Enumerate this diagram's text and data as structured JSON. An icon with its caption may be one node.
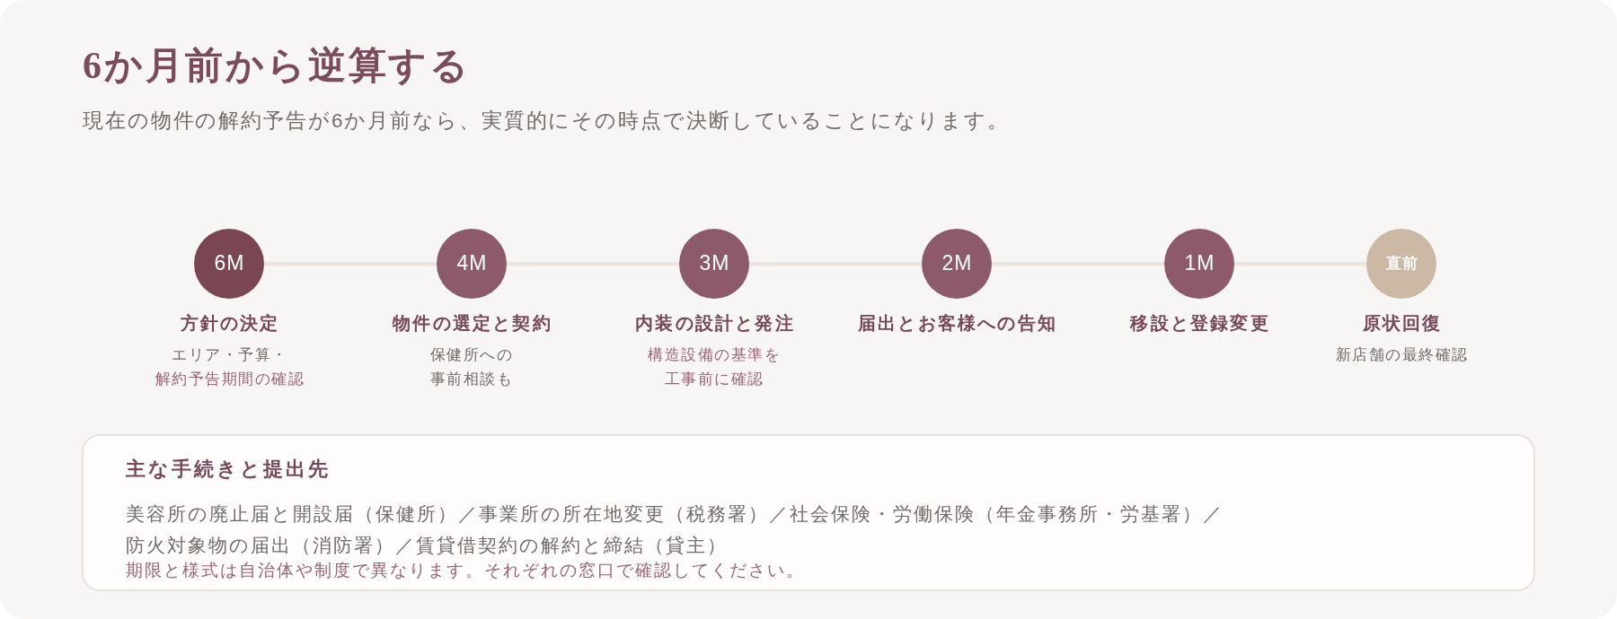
{
  "diagram": {
    "title": "6か月前から逆算する",
    "nodes": [
      {
        "text": [
          "6M"
        ],
        "beside": [
          "方針の決定",
          "エリア・予算・",
          "解約予告期間の確認"
        ]
      },
      {
        "text": [
          "4M"
        ],
        "beside": [
          "物件の選定と契約",
          "保健所への事前相談も"
        ]
      },
      {
        "text": [
          "3M"
        ],
        "beside": [
          "内装の設計と発注",
          "構造設備の基準を工事前に確認"
        ]
      },
      {
        "text": [
          "2M"
        ],
        "beside": [
          "届出とお客様への告知"
        ]
      },
      {
        "text": [
          "1M"
        ],
        "beside": [
          "移設と登録変更"
        ]
      },
      {
        "text": [
          "直前"
        ],
        "beside": [
          "原状回復",
          "新店舗の最終確認"
        ]
      },
      {
        "text": [
          "主な手続きと提出先",
          "美容所の廃止届と開設届（保健所）／事業所の所在地変更（税務署）／社会保険・労働保険（年金事務所・労基署）／防火対象物の届出（消防署）／賃貸借契約の解約と締結（貸主）",
          "期限と様式は自治体や制度で異なります。それぞれの窓口で確認してください。"
        ]
      }
    ],
    "edges": [
      {
        "from": 0,
        "to": 1,
        "arrow": "none"
      },
      {
        "from": 1,
        "to": 2,
        "arrow": "none"
      },
      {
        "from": 2,
        "to": 3,
        "arrow": "none"
      },
      {
        "from": 3,
        "to": 4,
        "arrow": "none"
      },
      {
        "from": 4,
        "to": 5,
        "arrow": "none"
      }
    ],
    "labels": [
      "現在の物件の解約予告が6か月前なら、実質的にその時点で決断していることになります。"
    ]
  }
}
